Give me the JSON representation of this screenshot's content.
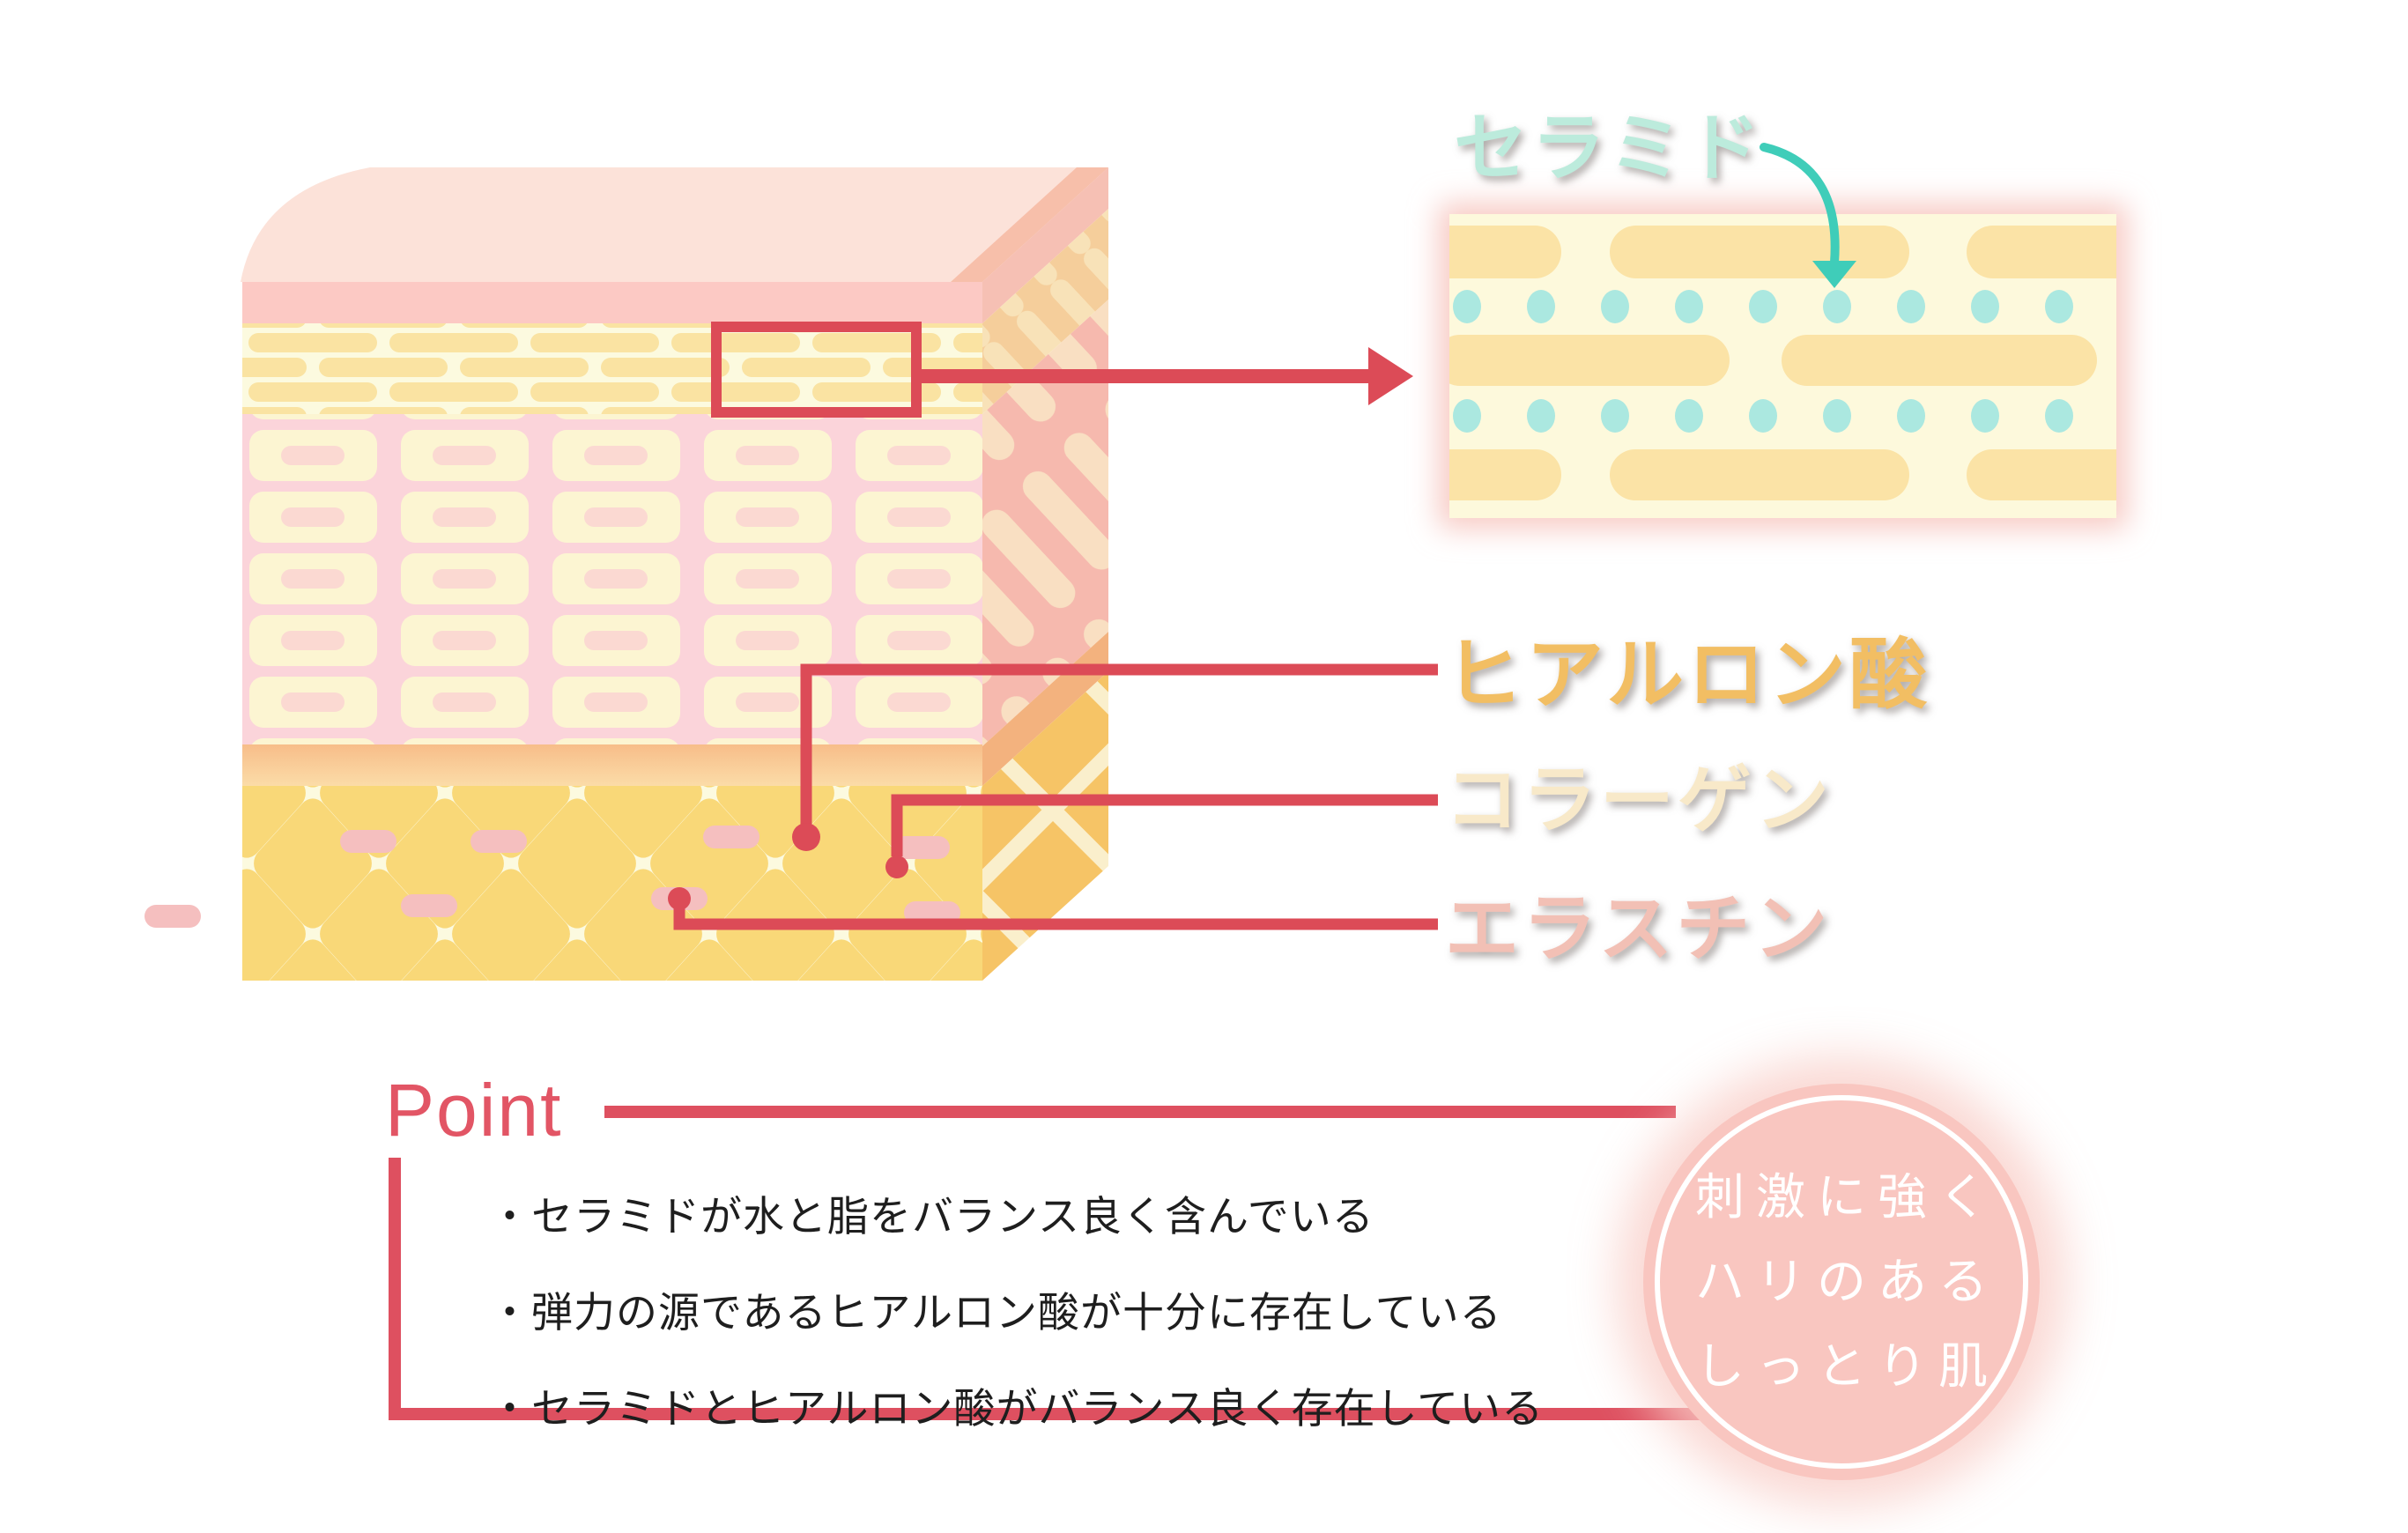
{
  "diagram": {
    "title_implicit": "skin structure diagram",
    "labels": {
      "ceramide": "セラミド",
      "hyaluronic_acid": "ヒアルロン酸",
      "collagen": "コラーゲン",
      "elastin": "エラスチン"
    },
    "point": {
      "title": "Point",
      "bullets": [
        "・セラミドが水と脂をバランス良く含んでいる",
        "・弾力の源であるヒアルロン酸が十分に存在している",
        "・セラミドとヒアルロン酸がバランス良く存在している"
      ]
    },
    "circle": {
      "lines": [
        "刺激に強く",
        "ハリのある",
        "しっとり肌"
      ]
    },
    "colors": {
      "accent_red": "#DC4B57",
      "point_red": "#E25565",
      "teal_arrow": "#3FCDB9",
      "ceramide_text": "#BCEBDC",
      "hyaluronic_text": "#F2BE63",
      "collagen_text": "#F8E9C9",
      "elastin_text": "#F2C0B5",
      "circle_pink": "#F9C6C0",
      "panel_bg": "#FDF9DC",
      "panel_bar": "#FBE3A6",
      "panel_dot": "#ABE8E0",
      "skin_surface_pink": "#FCC9C4",
      "corneum_bar": "#FAE3A2",
      "cell_bg_pink": "#FBD4DA",
      "lattice_orange": "#F9D878"
    }
  }
}
